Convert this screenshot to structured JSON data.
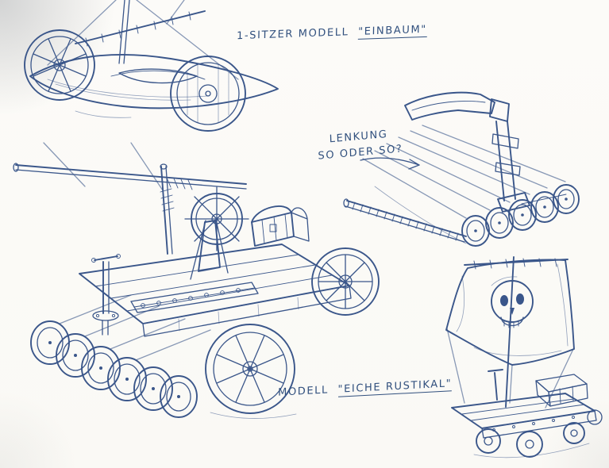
{
  "page": {
    "paper_color": "#fcfbf8",
    "ink_color": "#3a568a",
    "kind": "hand-drawn concept sketch sheet"
  },
  "labels": {
    "einbaum": {
      "prefix": "1-SITZER  MODELL",
      "name": "\"EINBAUM\""
    },
    "lenkung": {
      "line1": "LENKUNG",
      "line2": "SO ODER SO?"
    },
    "eiche": {
      "prefix": "MODELL",
      "name": "\"EICHE RUSTIKAL\""
    }
  },
  "sketches": {
    "einbaum_scooter": "dugout-canoe scooter with sail rigging and two spoked wheels",
    "eiche_raft": "large log raft cart with ship steering wheel and treasure chest",
    "lenkung_variant": "log raft with upright tiller steering column",
    "pirate_cart": "small log cart with skull sail"
  }
}
